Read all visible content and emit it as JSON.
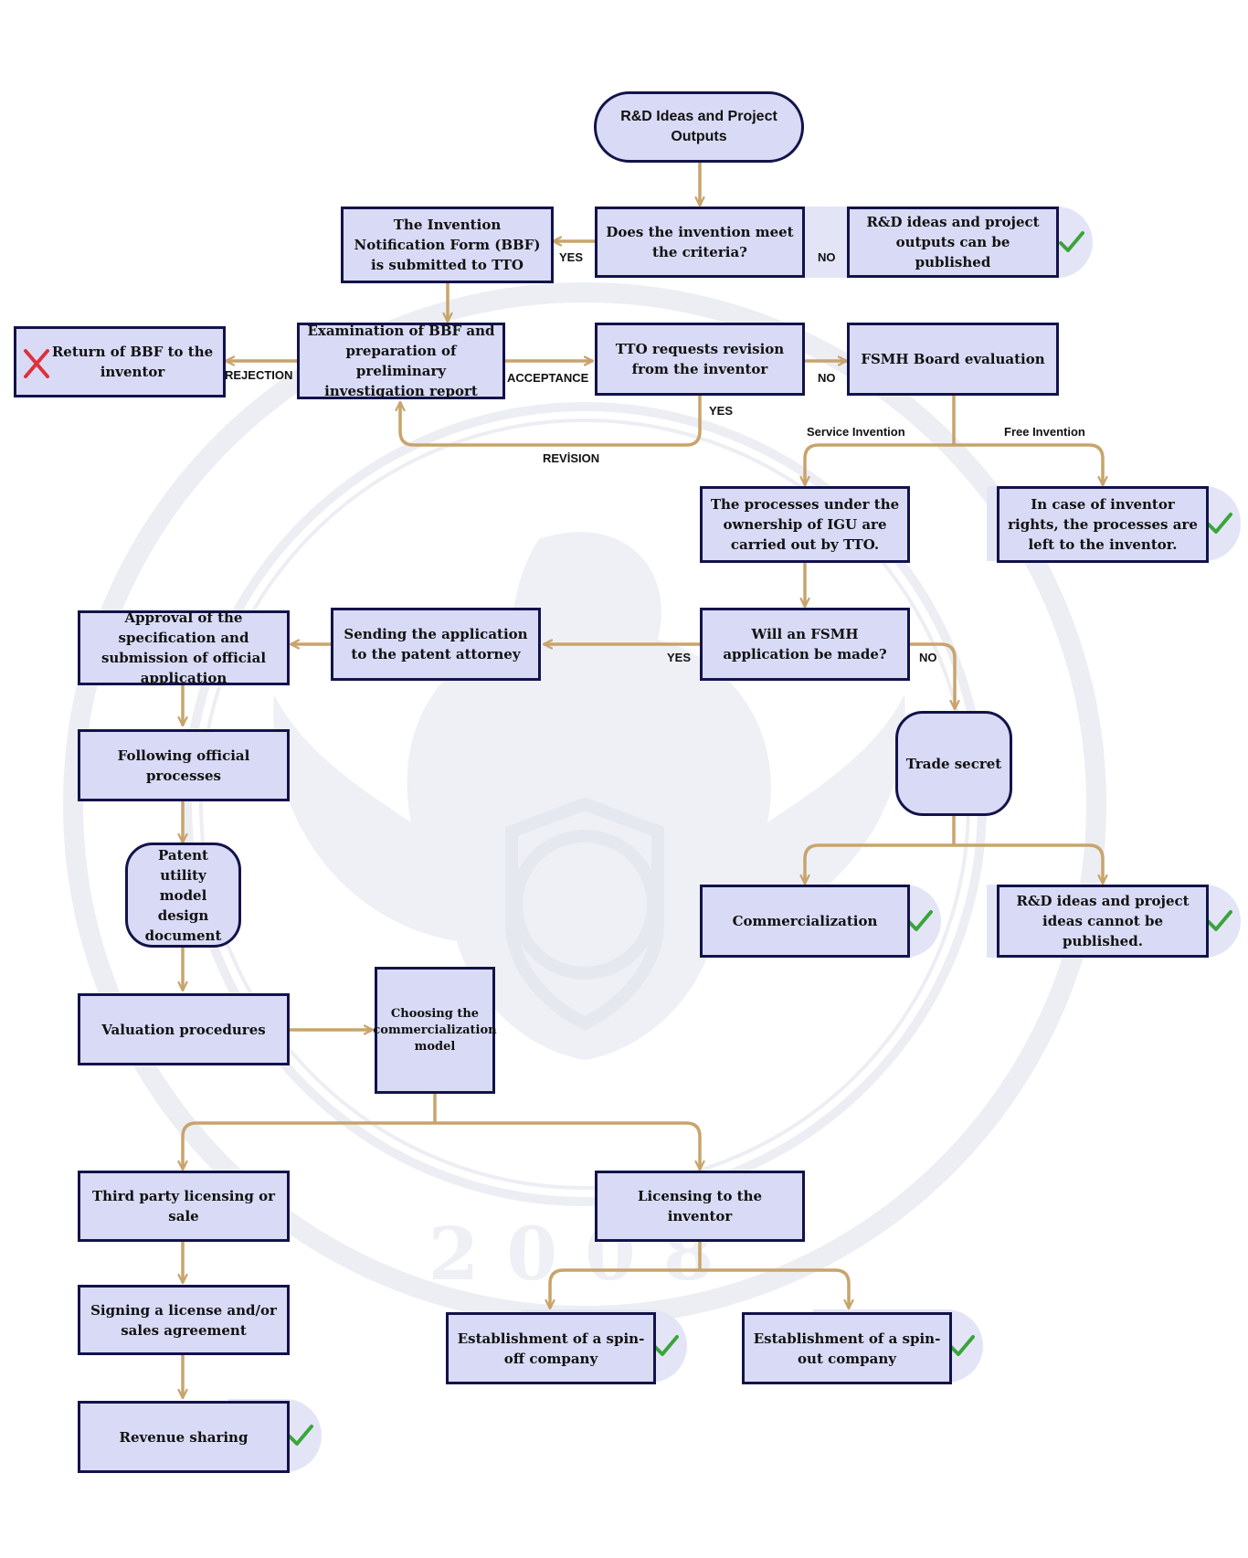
{
  "colors": {
    "node_fill": "#d9dbf6",
    "node_border": "#12134a",
    "connector": "#c8a46c",
    "check": "#3aa53a",
    "cross": "#e0303a"
  },
  "nodes": {
    "rd_ideas": "R&D Ideas and Project Outputs",
    "criteria": "Does the invention meet the criteria?",
    "bbf_submitted": "The Invention Notification Form (BBF) is submitted to TTO",
    "can_publish": "R&D ideas and project outputs can be published",
    "examination": "Examination of BBF and preparation of preliminary investigation report",
    "return_bbf": "Return of BBF to the inventor",
    "tto_revision": "TTO requests revision from the inventor",
    "fsmh_board": "FSMH Board evaluation",
    "igu_processes": "The processes under the ownership of IGU are carried out by TTO.",
    "inventor_rights": "In case of inventor rights, the processes are left to the inventor.",
    "approval": "Approval of the specification and submission of official application",
    "sending_attorney": "Sending the application to the patent attorney",
    "fsmh_application": "Will an FSMH application be made?",
    "official_processes": "Following official processes",
    "trade_secret": "Trade secret",
    "patent_doc": "Patent utility model design document",
    "commercialization": "Commercialization",
    "cannot_publish": "R&D ideas and project ideas cannot be published.",
    "valuation": "Valuation procedures",
    "choosing_model": "Choosing the commercialization model",
    "third_party": "Third party licensing or sale",
    "licensing_inventor": "Licensing to the inventor",
    "signing": "Signing a license and/or sales agreement",
    "spin_off": "Establishment of a spin-off company",
    "spin_out": "Establishment of a spin-out company",
    "revenue": "Revenue sharing"
  },
  "edge_labels": {
    "yes_criteria": "YES",
    "no_criteria": "NO",
    "rejection": "REJECTION",
    "acceptance": "ACCEPTANCE",
    "no_revision": "NO",
    "yes_revision": "YES",
    "revision": "REVİSION",
    "service_invention": "Service Invention",
    "free_invention": "Free Invention",
    "yes_fsmh": "YES",
    "no_fsmh": "NO"
  },
  "watermark": {
    "year": "2008"
  }
}
